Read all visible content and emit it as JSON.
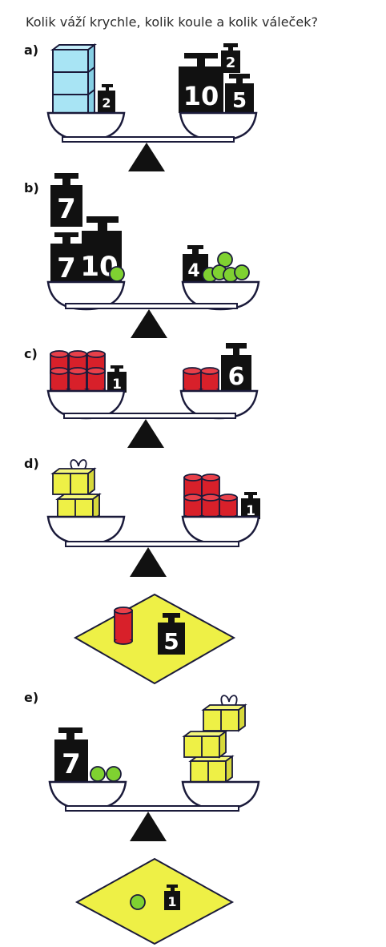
{
  "title": "Kolik váží krychle, kolik koule a kolik váleček?",
  "parts": [
    {
      "label": "a)",
      "weights": [
        "2",
        "10",
        "2",
        "5"
      ]
    },
    {
      "label": "b)",
      "weights": [
        "7",
        "7",
        "10",
        "4"
      ]
    },
    {
      "label": "c)",
      "weights": [
        "1",
        "6"
      ]
    },
    {
      "label": "d)",
      "weights": [
        "1",
        "5"
      ]
    },
    {
      "label": "e)",
      "weights": [
        "7",
        "1"
      ]
    }
  ],
  "colors": {
    "cube": "#a8e4f4",
    "ball": "#7fd131",
    "cylinder": "#d8202a",
    "gift": "#eef046",
    "diamond": "#eef046",
    "weight": "#111111",
    "outline": "#1a1a3a"
  }
}
